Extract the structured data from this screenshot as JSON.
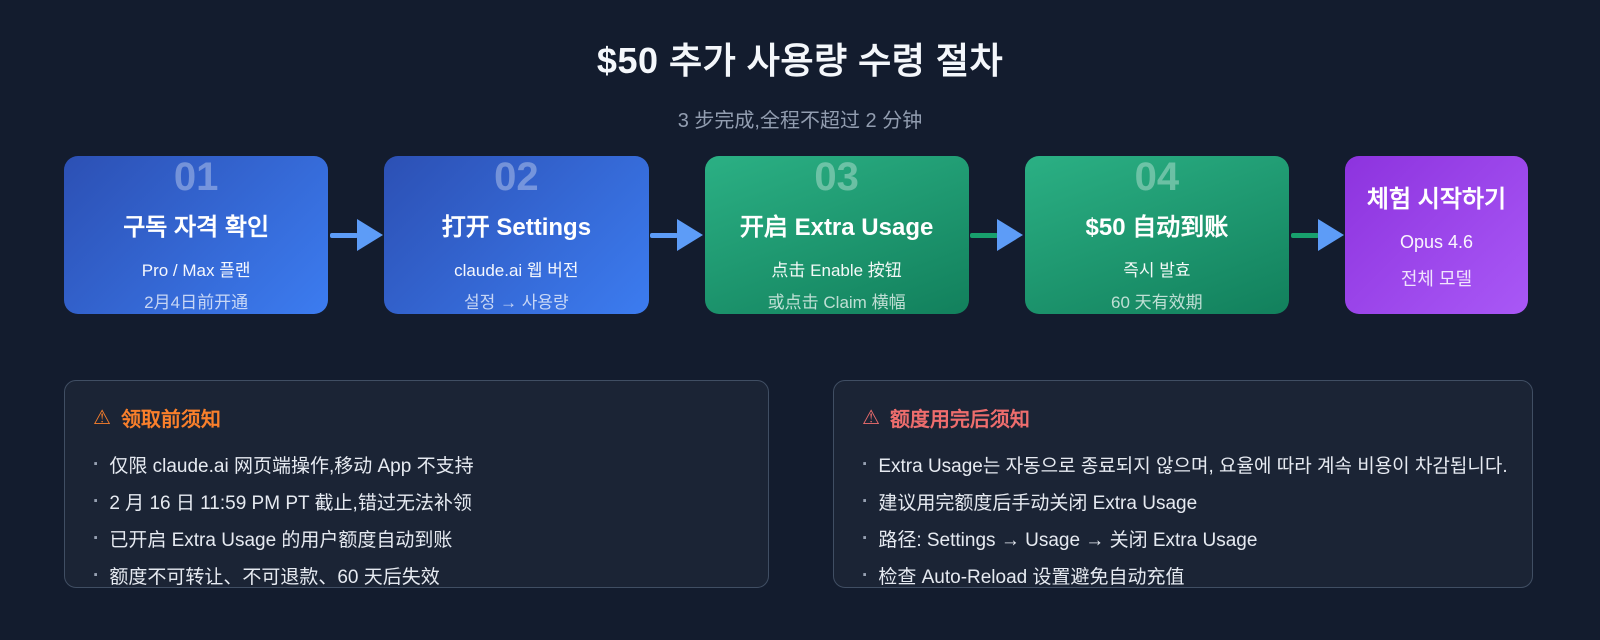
{
  "page": {
    "title": "$50 추가 사용량 수령 절차",
    "subtitle": "3 步完成,全程不超过 2 分钟"
  },
  "ui": {
    "bullet": "·",
    "warning_icon": "⚠"
  },
  "steps": [
    {
      "number": "01",
      "title": "구독 자격 확인",
      "line1": "Pro / Max 플랜",
      "line2": "2月4日前开通",
      "theme": "blue"
    },
    {
      "number": "02",
      "title": "打开 Settings",
      "line1": "claude.ai 웹 버전",
      "line2": "설정 → 사용량",
      "theme": "blue"
    },
    {
      "number": "03",
      "title": "开启 Extra Usage",
      "line1": "点击 Enable 按钮",
      "line2": "或点击 Claim 横幅",
      "theme": "green"
    },
    {
      "number": "04",
      "title": "$50 自动到账",
      "line1": "즉시 발효",
      "line2": "60 天有效期",
      "theme": "green"
    },
    {
      "title": "체험 시작하기",
      "line1": "Opus 4.6",
      "line2": "전체 모델",
      "theme": "purple"
    }
  ],
  "notices": [
    {
      "title": "领取前须知",
      "items": [
        "仅限 claude.ai 网页端操作,移动 App 不支持",
        "2 月 16 日 11:59 PM PT 截止,错过无法补领",
        "已开启 Extra Usage 的用户额度自动到账",
        "额度不可转让、不可退款、60 天后失效"
      ]
    },
    {
      "title": "额度用完后须知",
      "items": [
        "Extra Usage는 자동으로 종료되지 않으며, 요율에 따라 계속 비용이 차감됩니다.",
        "建议用完额度后手动关闭 Extra Usage",
        "路径: Settings → Usage → 关闭 Extra Usage",
        "检查 Auto-Reload 设置避免自动充值"
      ]
    }
  ],
  "colors": {
    "background": "#131c2e",
    "card_blue_start": "#2c50b4",
    "card_blue_end": "#3c7cf0",
    "card_green_start": "#2bb084",
    "card_green_end": "#12805c",
    "card_purple_start": "#8d33de",
    "card_purple_end": "#a958f6",
    "arrow_head": "#5d9cf7",
    "arrow_stem_blue": "#5d9cf7",
    "arrow_stem_green": "#18a06d",
    "notice_bg": "#1b2435",
    "notice_border": "#404e63",
    "notice_left_title": "#f97f2b",
    "notice_right_title": "#ee6d6d",
    "text_primary": "#f4f7fb",
    "text_muted": "#929db0"
  }
}
